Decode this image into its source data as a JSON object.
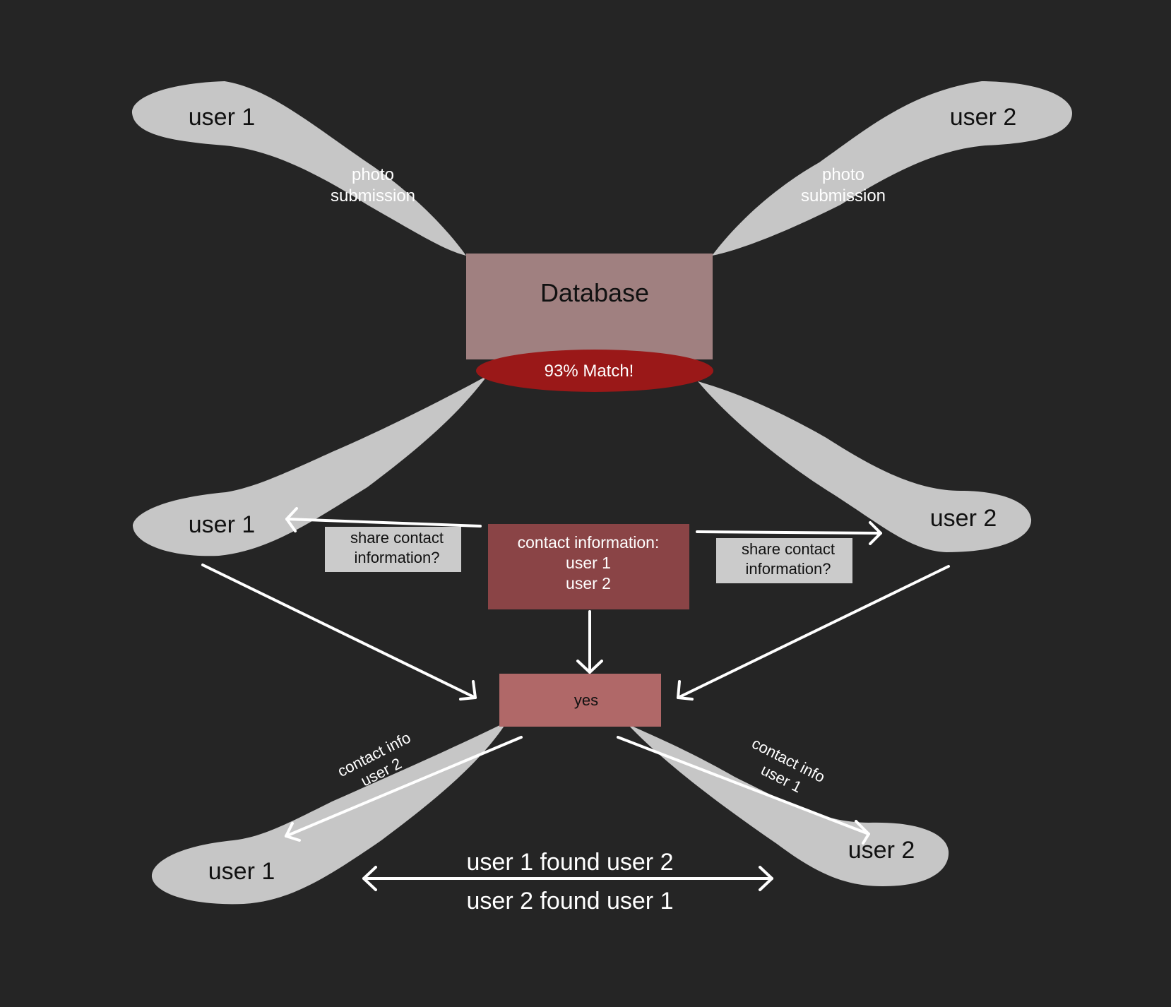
{
  "top": {
    "user1": "user 1",
    "user2": "user 2",
    "photo_line1": "photo",
    "photo_line2": "submission"
  },
  "database": {
    "label": "Database",
    "match": "93% Match!"
  },
  "middle": {
    "user1": "user 1",
    "user2": "user 2",
    "share_line1": "share contact",
    "share_line2": "information?",
    "contact_title": "contact information:",
    "contact_user1": "user 1",
    "contact_user2": "user 2",
    "yes": "yes"
  },
  "bottom": {
    "user1": "user 1",
    "user2": "user 2",
    "info_left_line1": "contact info",
    "info_left_line2": "user 2",
    "info_right_line1": "contact info",
    "info_right_line2": "user 1",
    "found_top": "user 1 found user 2",
    "found_bottom": "user 2 found user 1"
  },
  "colors": {
    "background": "#252525",
    "blob": "#c6c6c6",
    "database": "#a08080",
    "match": "#9a1818",
    "contact_box": "#8a4446",
    "yes_box": "#b06868",
    "question_box": "#cbcbcb",
    "arrow": "#ffffff"
  }
}
